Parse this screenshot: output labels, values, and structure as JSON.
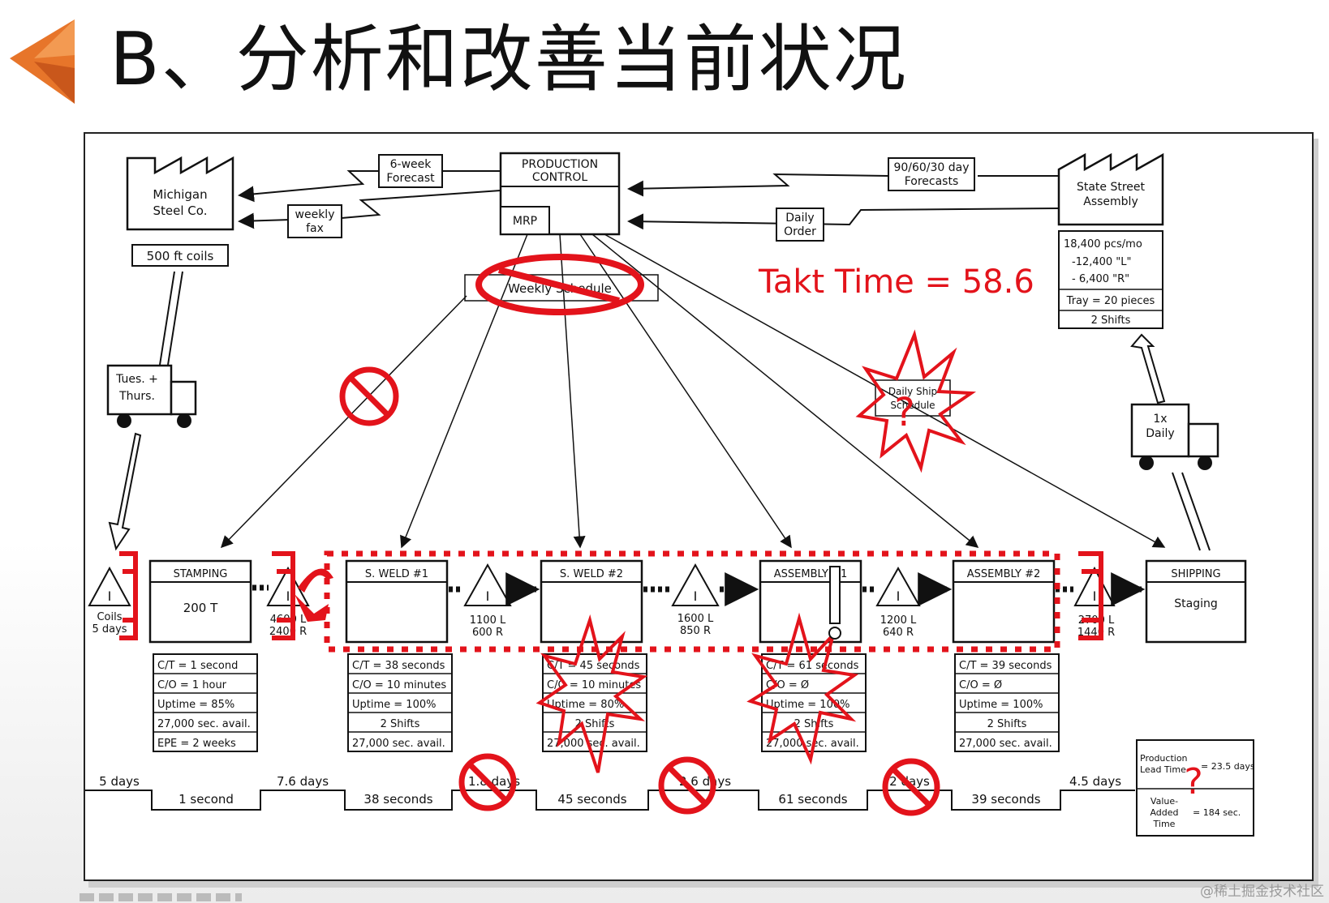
{
  "slide": {
    "title": "B、分析和改善当前状况",
    "watermark": "@稀土掘金技术社区"
  },
  "colors": {
    "accent_red": "#e3131b",
    "arrow_orange": "#e7752a",
    "ink": "#111111"
  },
  "vsm": {
    "production_control": {
      "title_line1": "PRODUCTION",
      "title_line2": "CONTROL",
      "mrp": "MRP"
    },
    "supplier": {
      "name_line1": "Michigan",
      "name_line2": "Steel Co.",
      "unit": "500 ft coils"
    },
    "customer": {
      "name_line1": "State Street",
      "name_line2": "Assembly",
      "data": [
        "18,400 pcs/mo",
        "-12,400 \"L\"",
        "- 6,400 \"R\"",
        "Tray = 20 pieces",
        "2 Shifts"
      ]
    },
    "forecast_supplier": {
      "line1": "6-week",
      "line2": "Forecast"
    },
    "weekly_fax": {
      "line1": "weekly",
      "line2": "fax"
    },
    "forecast_customer": {
      "line1": "90/60/30 day",
      "line2": "Forecasts"
    },
    "daily_order": {
      "line1": "Daily",
      "line2": "Order"
    },
    "weekly_schedule": "Weekly Schedule",
    "daily_ship_schedule": {
      "line1": "Daily Ship",
      "line2": "Schedule"
    },
    "takt_time": "Takt Time = 58.6",
    "truck_in": {
      "line1": "Tues. +",
      "line2": "Thurs."
    },
    "truck_out": {
      "line1": "1x",
      "line2": "Daily"
    },
    "inventory": [
      {
        "line1": "Coils",
        "line2": "5 days"
      },
      {
        "line1": "4600 L",
        "line2": "2400 R"
      },
      {
        "line1": "1100 L",
        "line2": "600 R"
      },
      {
        "line1": "1600 L",
        "line2": "850 R"
      },
      {
        "line1": "1200 L",
        "line2": "640 R"
      },
      {
        "line1": "2700 L",
        "line2": "1440 R"
      }
    ],
    "processes": [
      {
        "name": "STAMPING",
        "body": "200 T",
        "data": [
          "C/T = 1 second",
          "C/O = 1 hour",
          "Uptime = 85%",
          "27,000 sec. avail.",
          "EPE = 2 weeks"
        ]
      },
      {
        "name": "S. WELD #1",
        "body": "",
        "data": [
          "C/T = 38 seconds",
          "C/O = 10 minutes",
          "Uptime = 100%",
          "2 Shifts",
          "27,000 sec. avail."
        ]
      },
      {
        "name": "S. WELD #2",
        "body": "",
        "data": [
          "C/T = 45 seconds",
          "C/O = 10 minutes",
          "Uptime = 80%",
          "2 Shifts",
          "27,000 sec. avail."
        ]
      },
      {
        "name": "ASSEMBLY #1",
        "body": "",
        "data": [
          "C/T = 61 seconds",
          "C/O = Ø",
          "Uptime = 100%",
          "2 Shifts",
          "27,000 sec. avail."
        ]
      },
      {
        "name": "ASSEMBLY #2",
        "body": "",
        "data": [
          "C/T = 39 seconds",
          "C/O = Ø",
          "Uptime = 100%",
          "2 Shifts",
          "27,000 sec. avail."
        ]
      },
      {
        "name": "SHIPPING",
        "body": "Staging",
        "data": []
      }
    ],
    "timeline": {
      "days": [
        "5 days",
        "7.6 days",
        "1.8 days",
        "2.6 days",
        "2 days",
        "4.5 days"
      ],
      "seconds": [
        "1 second",
        "38 seconds",
        "45 seconds",
        "61 seconds",
        "39 seconds"
      ]
    },
    "lead_time": {
      "production_label_line1": "Production",
      "production_label_line2": "Lead Time",
      "production_value": "= 23.5 days",
      "va_label_line1": "Value-",
      "va_label_line2": "Added",
      "va_label_line3": "Time",
      "va_value": "= 184 sec."
    }
  }
}
